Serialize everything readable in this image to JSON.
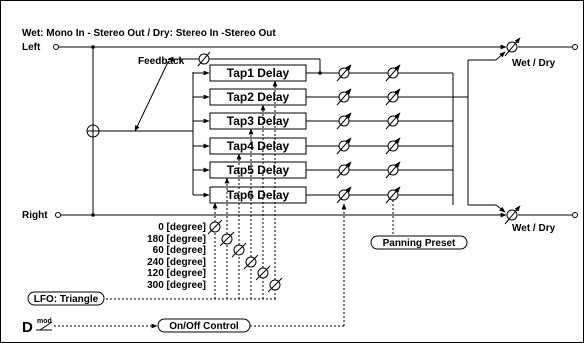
{
  "title": "Wet: Mono In - Stereo Out  /  Dry: Stereo In -Stereo Out",
  "inputs": {
    "left": "Left",
    "right": "Right"
  },
  "outputs": {
    "wet_dry_top": "Wet / Dry",
    "wet_dry_bottom": "Wet / Dry"
  },
  "feedback_label": "Feedback",
  "taps": [
    {
      "label": "Tap1 Delay"
    },
    {
      "label": "Tap2 Delay"
    },
    {
      "label": "Tap3 Delay"
    },
    {
      "label": "Tap4 Delay"
    },
    {
      "label": "Tap5 Delay"
    },
    {
      "label": "Tap6 Delay"
    }
  ],
  "phases": [
    "0 [degree]",
    "180 [degree]",
    "60 [degree]",
    "240 [degree]",
    "120 [degree]",
    "300 [degree]"
  ],
  "lfo_label": "LFO: Triangle",
  "panning_label": "Panning Preset",
  "onoff_label": "On/Off Control",
  "dmod": {
    "main": "D",
    "sup": "mod"
  }
}
